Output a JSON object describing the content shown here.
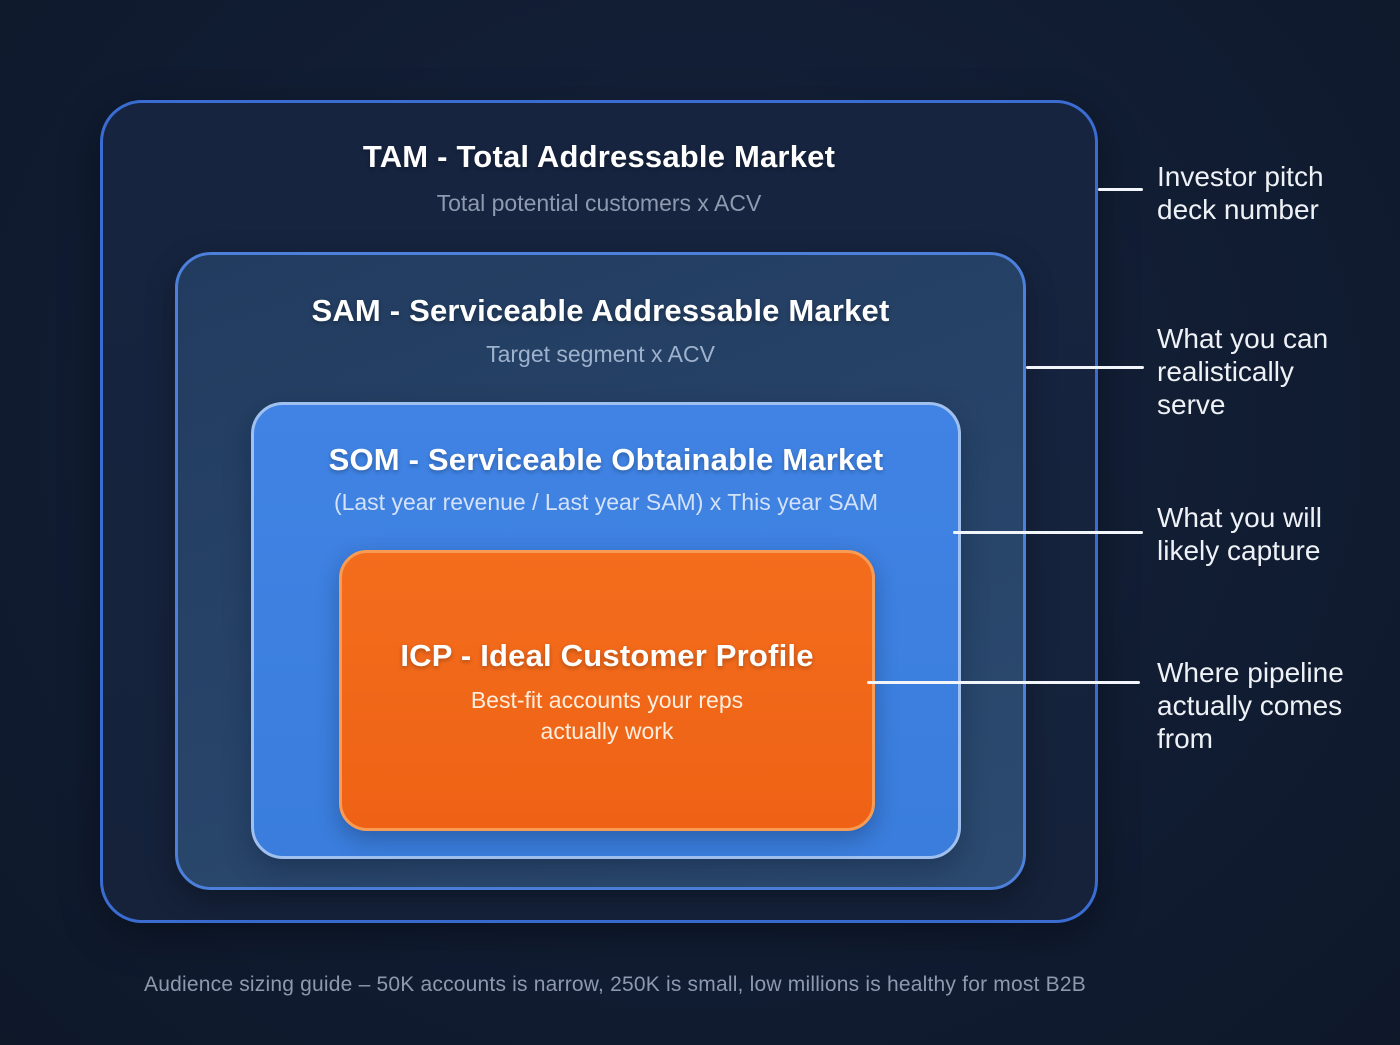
{
  "boxes": [
    {
      "id": "tam",
      "title": "TAM - Total Addressable Market",
      "subtitle": "Total potential customers x ACV"
    },
    {
      "id": "sam",
      "title": "SAM - Serviceable Addressable Market",
      "subtitle": "Target segment x ACV"
    },
    {
      "id": "som",
      "title": "SOM - Serviceable Obtainable Market",
      "subtitle": "(Last year revenue / Last year SAM) x This year SAM"
    },
    {
      "id": "icp",
      "title": "ICP - Ideal Customer Profile",
      "subtitle_lines": [
        "Best-fit accounts your reps",
        "actually work"
      ]
    }
  ],
  "annotations": [
    {
      "target": "tam",
      "lines": [
        "Investor pitch",
        "deck number"
      ]
    },
    {
      "target": "sam",
      "lines": [
        "What you can",
        "realistically",
        "serve"
      ]
    },
    {
      "target": "som",
      "lines": [
        "What you will",
        "likely capture"
      ]
    },
    {
      "target": "icp",
      "lines": [
        "Where pipeline",
        "actually comes",
        "from"
      ]
    }
  ],
  "footer": {
    "caption": "Audience sizing guide – 50K accounts is narrow, 250K is small, low millions is healthy for most B2B"
  },
  "colors": {
    "background": "#111d33",
    "tam_fill": "#16233c",
    "tam_border": "#3a6cd2",
    "sam_fill": "#27446a",
    "sam_border": "#4c80da",
    "som_fill": "#3d80e0",
    "som_border": "#a0c0ef",
    "icp_fill": "#f2691b",
    "icp_border": "#f79b55",
    "connector": "#f2f5f9",
    "title_text": "#ffffff",
    "muted_text": "#8d99ae"
  }
}
